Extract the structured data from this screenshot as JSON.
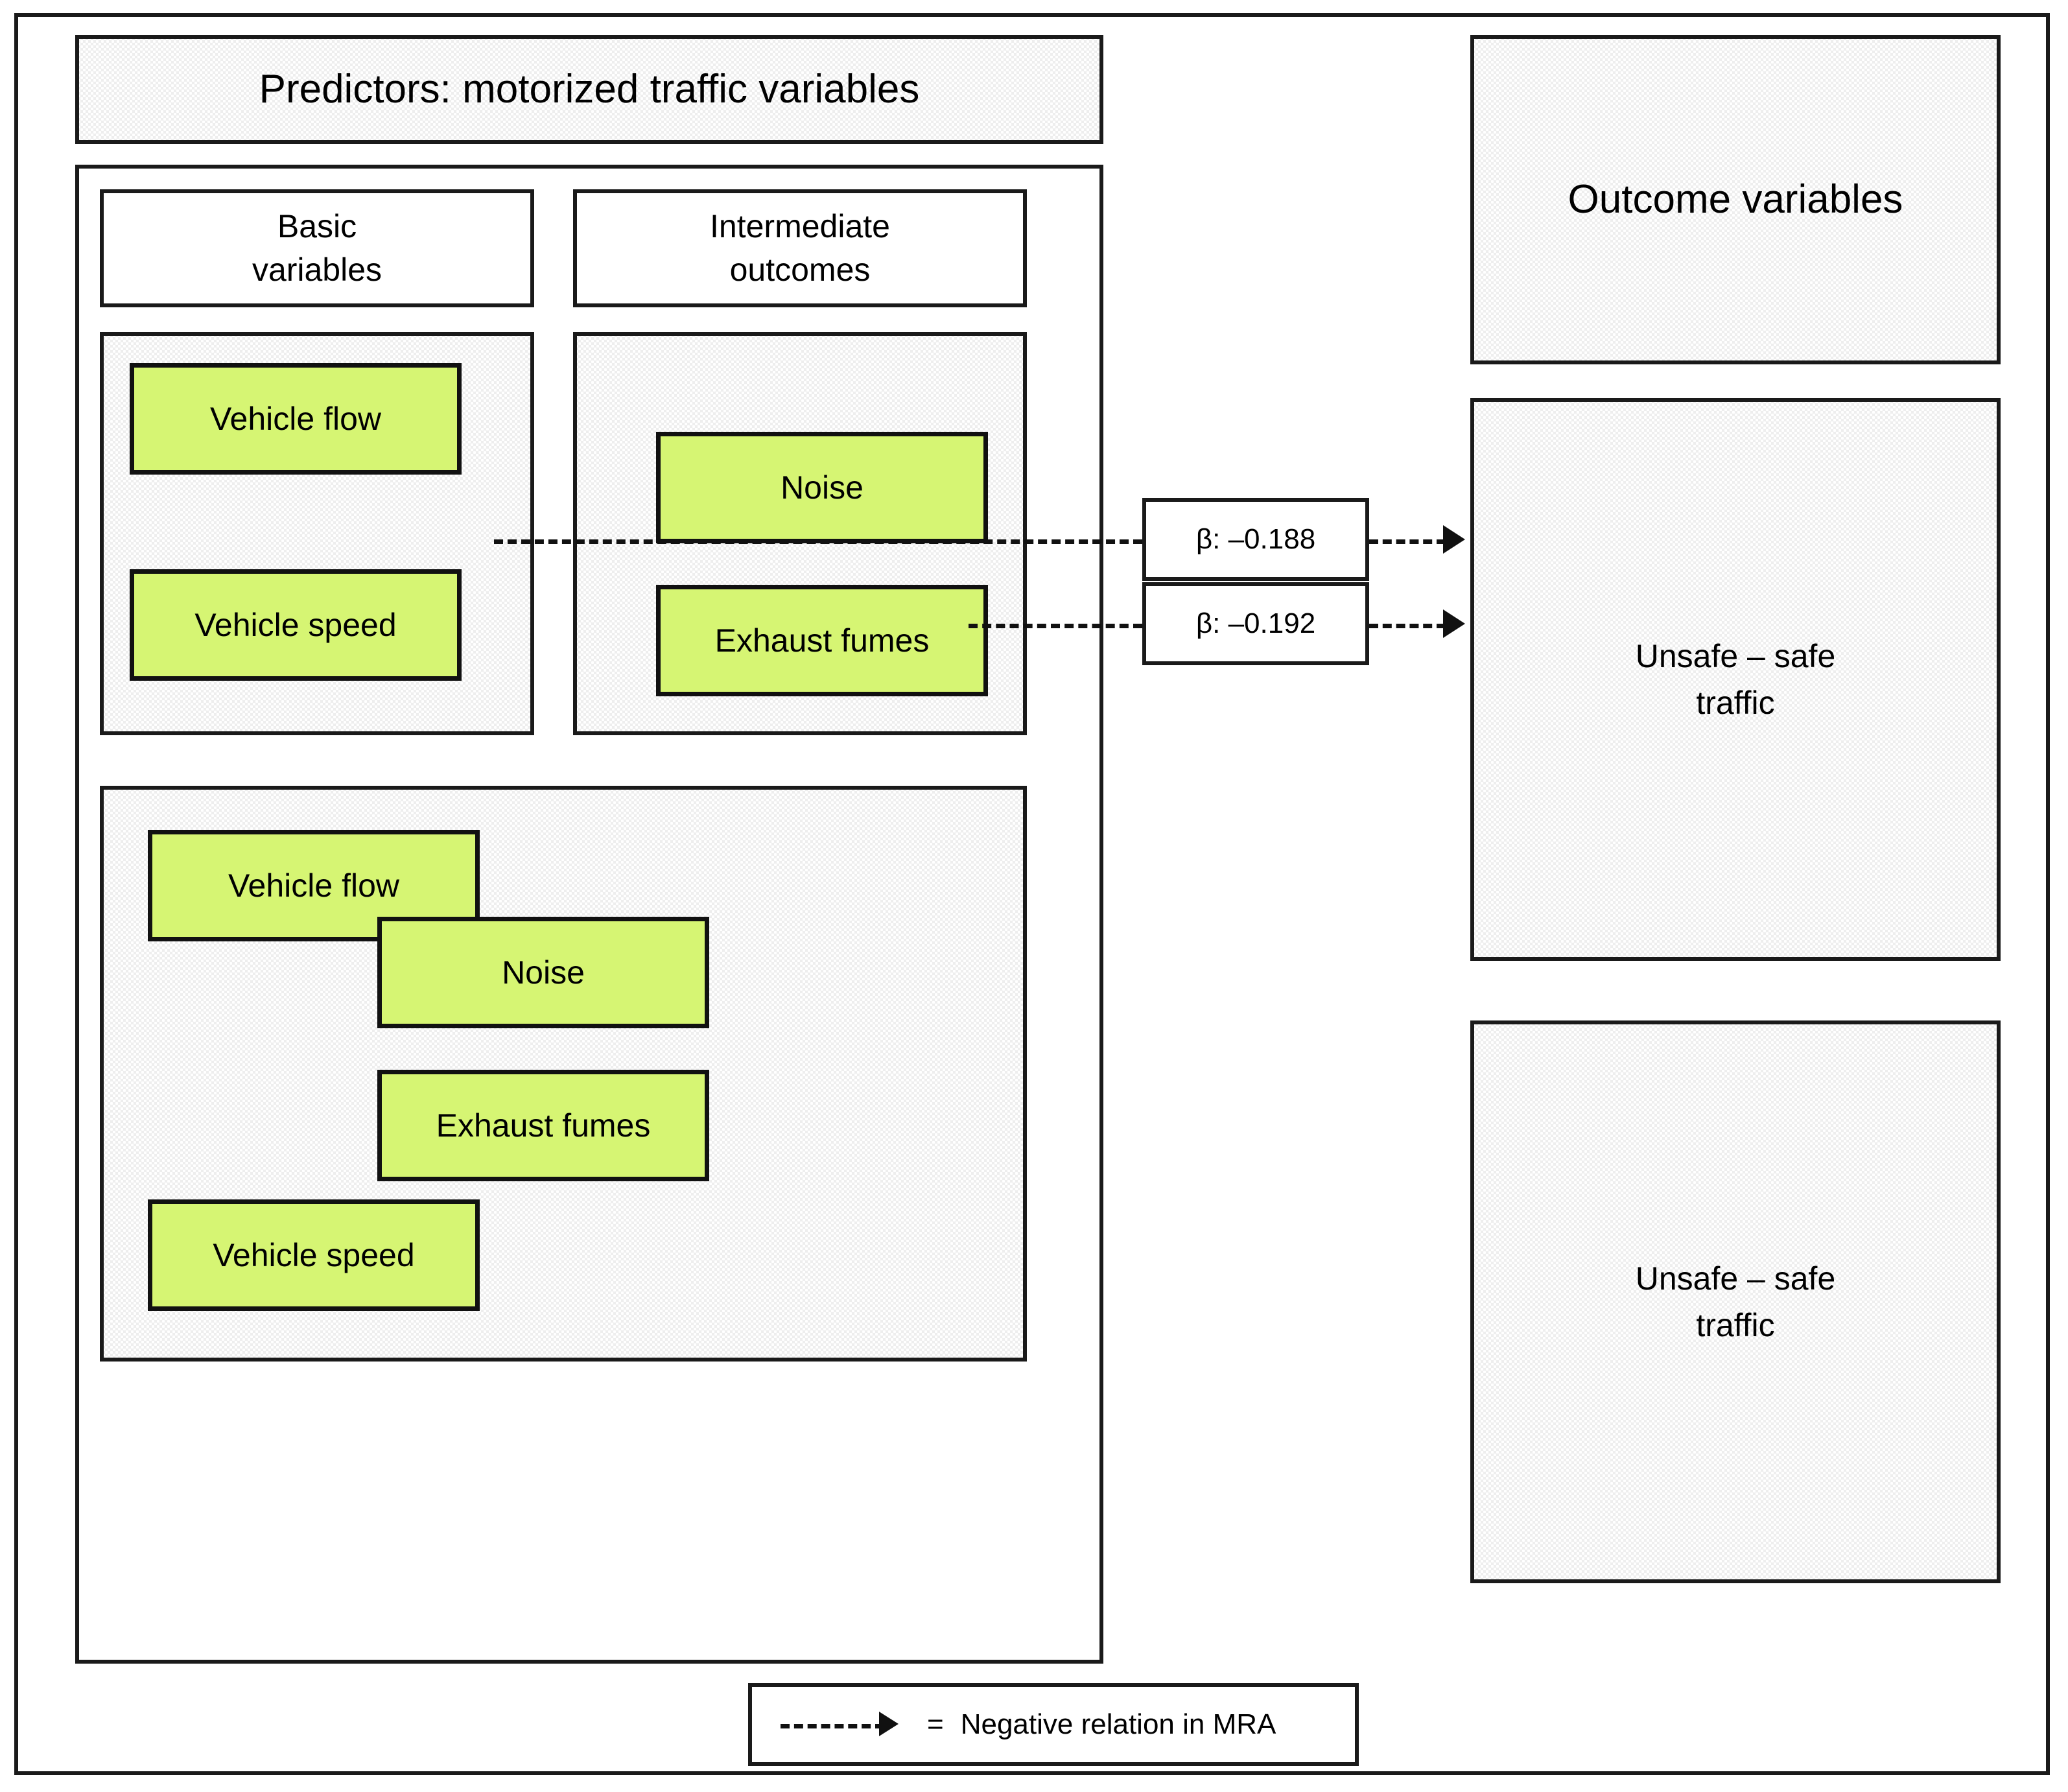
{
  "figure": {
    "predictors_header": "Predictors: motorized traffic variables",
    "outcome_header": "Outcome variables"
  },
  "predictors": {
    "column_labels": {
      "basic": "Basic\nvariables",
      "basic_line1": "Basic",
      "basic_line2": "variables",
      "intermediate_line1": "Intermediate",
      "intermediate_line2": "outcomes"
    },
    "upper_panel": {
      "basic_variables": [
        "Vehicle flow",
        "Vehicle speed"
      ],
      "intermediate_outcomes": [
        "Noise",
        "Exhaust fumes"
      ]
    },
    "lower_panel": {
      "basic_variables": [
        "Vehicle flow",
        "Vehicle speed"
      ],
      "intermediate_outcomes": [
        "Noise",
        "Exhaust fumes"
      ]
    }
  },
  "outcomes": [
    {
      "line1": "Unsafe – safe",
      "line2": "traffic"
    },
    {
      "line1": "Unsafe – safe",
      "line2": "traffic"
    }
  ],
  "relations": [
    {
      "label": "β: –0.188",
      "from": "Vehicle flow",
      "to": "Unsafe – safe traffic",
      "sign": "negative"
    },
    {
      "label": "β: –0.192",
      "from": "Noise",
      "to": "Unsafe – safe traffic",
      "sign": "negative"
    }
  ],
  "legend": {
    "equals": "=",
    "text": "Negative relation in MRA",
    "arrow_icon": "dashed-arrow-icon"
  },
  "colors": {
    "node_fill": "#d6f573",
    "panel_fill": "#eeeeee",
    "stroke": "#111111",
    "background": "#ffffff"
  }
}
